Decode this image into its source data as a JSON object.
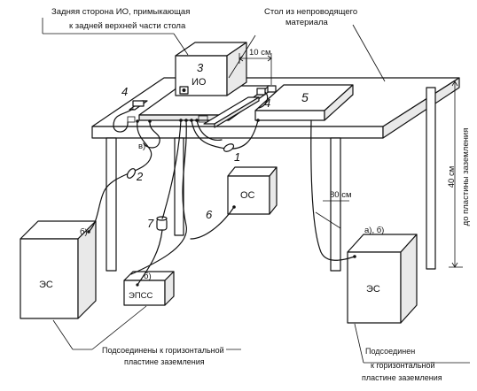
{
  "labels": {
    "rear_side_line1": "Задняя сторона ИО, примыкающая",
    "rear_side_line2": "к задней верхней части стола",
    "table_line1": "Стол из непроводящего",
    "table_line2": "материала",
    "dist_10cm": "10 см",
    "dist_80cm": "80 см",
    "dist_40cm_line1": "40 см",
    "dist_40cm_line2": "до пластины заземления",
    "io_num": "3",
    "io_label": "ИО",
    "box5": "5",
    "os_label": "ОС",
    "es_left_tag": "б)",
    "es_left_label": "ЭС",
    "es_right_tag": "а), б)",
    "es_right_label": "ЭС",
    "epss_tag": "б)",
    "epss_label": "ЭПСС",
    "ground_left_line1": "Подсоединены к горизонтальной",
    "ground_left_line2": "пластине заземления",
    "ground_right_line1": "Подсоединен",
    "ground_right_line2": "к горизонтальной",
    "ground_right_line3": "пластине заземления",
    "callout_v": "в)",
    "num_1": "1",
    "num_2": "2",
    "num_4a": "4",
    "num_4b": "4",
    "num_6": "6",
    "num_7": "7"
  }
}
